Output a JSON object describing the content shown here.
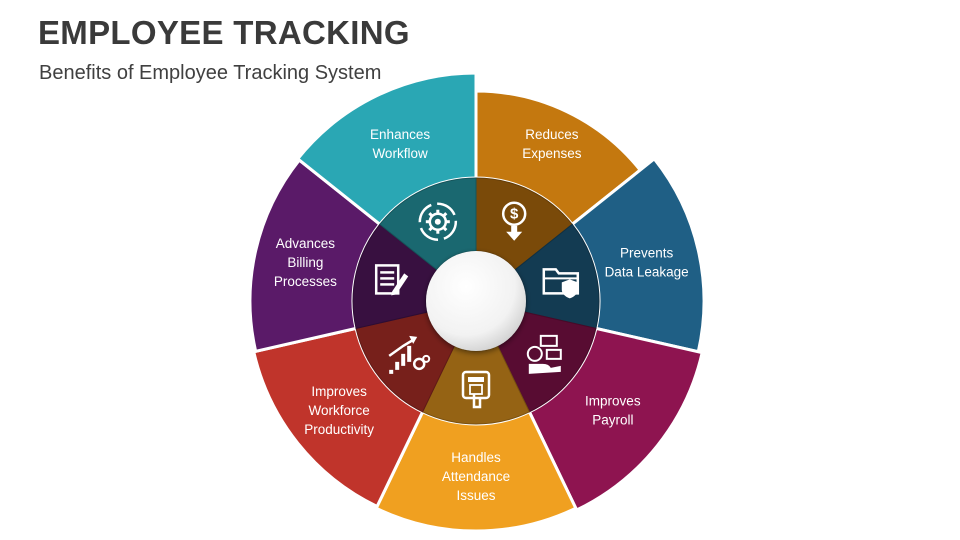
{
  "header": {
    "title": "EMPLOYEE TRACKING",
    "subtitle": "Benefits of Employee Tracking System"
  },
  "segments": [
    {
      "lines": [
        "Reduces",
        "Expenses"
      ],
      "color": "#c4780f",
      "icon": "dollar-down-icon"
    },
    {
      "lines": [
        "Prevents",
        "Data Leakage"
      ],
      "color": "#1f5f85",
      "icon": "folder-shield-icon"
    },
    {
      "lines": [
        "Improves",
        "Payroll"
      ],
      "color": "#8e1450",
      "icon": "salary-hand-icon"
    },
    {
      "lines": [
        "Handles",
        "Attendance",
        "Issues"
      ],
      "color": "#f0a020",
      "icon": "attendance-machine-icon"
    },
    {
      "lines": [
        "Improves",
        "Workforce",
        "Productivity"
      ],
      "color": "#c0342b",
      "icon": "growth-chart-icon"
    },
    {
      "lines": [
        "Advances",
        "Billing",
        "Processes"
      ],
      "color": "#5a1a68",
      "icon": "billing-document-icon"
    },
    {
      "lines": [
        "Enhances",
        "Workflow"
      ],
      "color": "#2aa7b4",
      "icon": "workflow-gear-icon"
    }
  ]
}
